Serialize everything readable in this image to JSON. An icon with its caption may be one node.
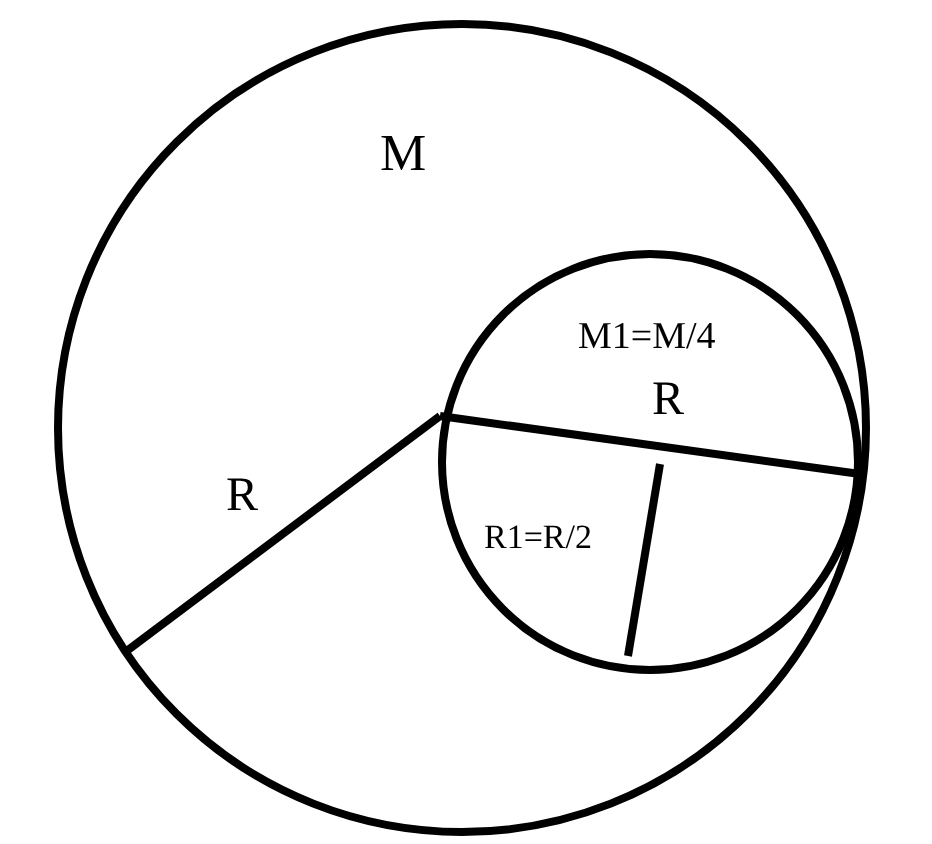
{
  "diagram": {
    "nodes": [
      {
        "text": [
          "M"
        ]
      },
      {
        "text": [
          "M1=M/4"
        ],
        "in": 0
      }
    ],
    "labels": [
      "R",
      "R",
      "R1=R/2"
    ]
  }
}
